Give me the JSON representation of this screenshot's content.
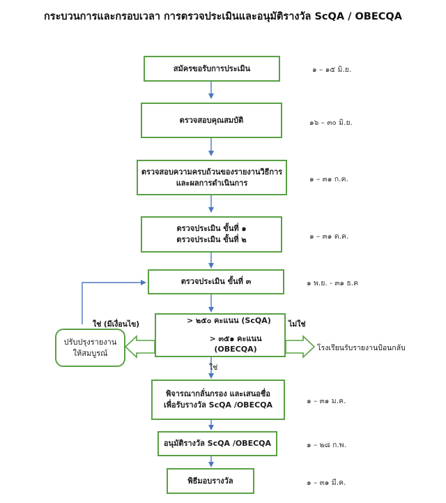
{
  "title": "กระบวนการและกรอบเวลา การตรวจประเมินและอนุมัติรางวัล ScQA / OBECQA",
  "steps": [
    {
      "label": "สมัครขอรับการประเมิน",
      "date": "๑ – ๑๕ มิ.ย."
    },
    {
      "label": "ตรวจสอบคุณสมบัติ",
      "date": "๑๖ – ๓๐ มิ.ย."
    },
    {
      "label_lines": [
        "ตรวจสอบความครบถ้วนของรายงานวิธีการ",
        "และผลการดำเนินการ"
      ],
      "date": "๑ – ๓๑ ก.ค."
    },
    {
      "label_lines": [
        "ตรวจประเมิน ขั้นที่ ๑",
        "ตรวจประเมิน ขั้นที่ ๒"
      ],
      "date": "๑ – ๓๑ ต.ค."
    },
    {
      "label": "ตรวจประเมิน ขั้นที่ ๓",
      "date": "๑ พ.ย. - ๓๑ ธ.ค"
    },
    {
      "criteria": [
        "> ๒๕๐ คะแนน (ScQA)",
        "> ๓๕๑ คะแนน (OBECQA)"
      ]
    },
    {
      "label_lines": [
        "พิจารณากลั่นกรอง และเสนอชื่อ",
        "เพื่อรับรางวัล ScQA /OBECQA"
      ],
      "date": "๑ – ๓๑ ม.ค."
    },
    {
      "label": "อนุมัติรางวัล ScQA /OBECQA",
      "date": "๑ – ๒๘ ก.พ."
    },
    {
      "label": "พิธีมอบรางวัล",
      "date": "๑ – ๓๑ มี.ค."
    }
  ],
  "branches": {
    "yes_conditional": "ใช่ (มีเงื่อนไข)",
    "no": "ไม่ใช่",
    "yes": "ใช่",
    "improve_lines": [
      "ปรับปรุงรายงาน",
      "ให้สมบูรณ์"
    ],
    "feedback": "โรงเรียนรับรายงานป้อนกลับ"
  },
  "colors": {
    "box_border": "#58a043",
    "arrow": "#4a76c0"
  }
}
